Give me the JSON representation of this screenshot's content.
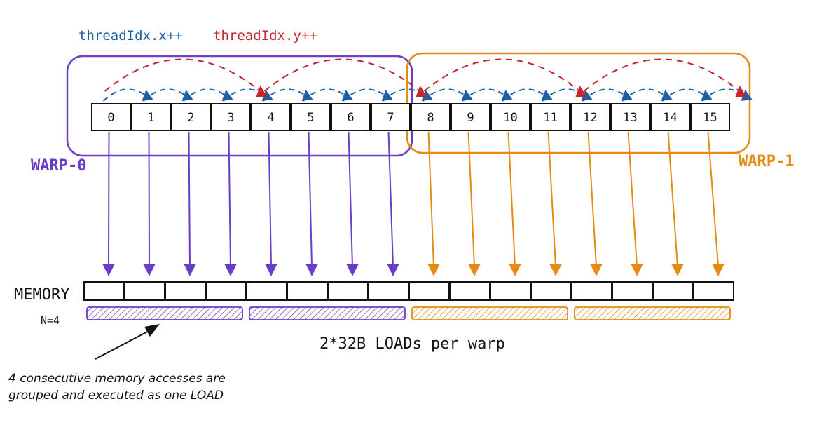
{
  "legend": {
    "x_label": "threadIdx.x++",
    "y_label": "threadIdx.y++",
    "x_color": "#1f5fa8",
    "y_color": "#c8242b"
  },
  "warps": [
    {
      "label": "WARP-0",
      "color": "#6a3dc8",
      "threads": [
        0,
        1,
        2,
        3,
        4,
        5,
        6,
        7
      ]
    },
    {
      "label": "WARP-1",
      "color": "#e68a12",
      "threads": [
        8,
        9,
        10,
        11,
        12,
        13,
        14,
        15
      ]
    }
  ],
  "threads": [
    "0",
    "1",
    "2",
    "3",
    "4",
    "5",
    "6",
    "7",
    "8",
    "9",
    "10",
    "11",
    "12",
    "13",
    "14",
    "15"
  ],
  "memory": {
    "label": "MEMORY",
    "n_label": "N=4",
    "cells": 16,
    "load_groups": [
      {
        "warp": 0,
        "cells": [
          0,
          1,
          2,
          3
        ]
      },
      {
        "warp": 0,
        "cells": [
          4,
          5,
          6,
          7
        ]
      },
      {
        "warp": 1,
        "cells": [
          8,
          9,
          10,
          11
        ]
      },
      {
        "warp": 1,
        "cells": [
          12,
          13,
          14,
          15
        ]
      }
    ]
  },
  "loads_text": "2*32B LOADs per warp",
  "note": {
    "line1": "4 consecutive memory accesses are",
    "line2": "grouped and executed as one LOAD"
  }
}
